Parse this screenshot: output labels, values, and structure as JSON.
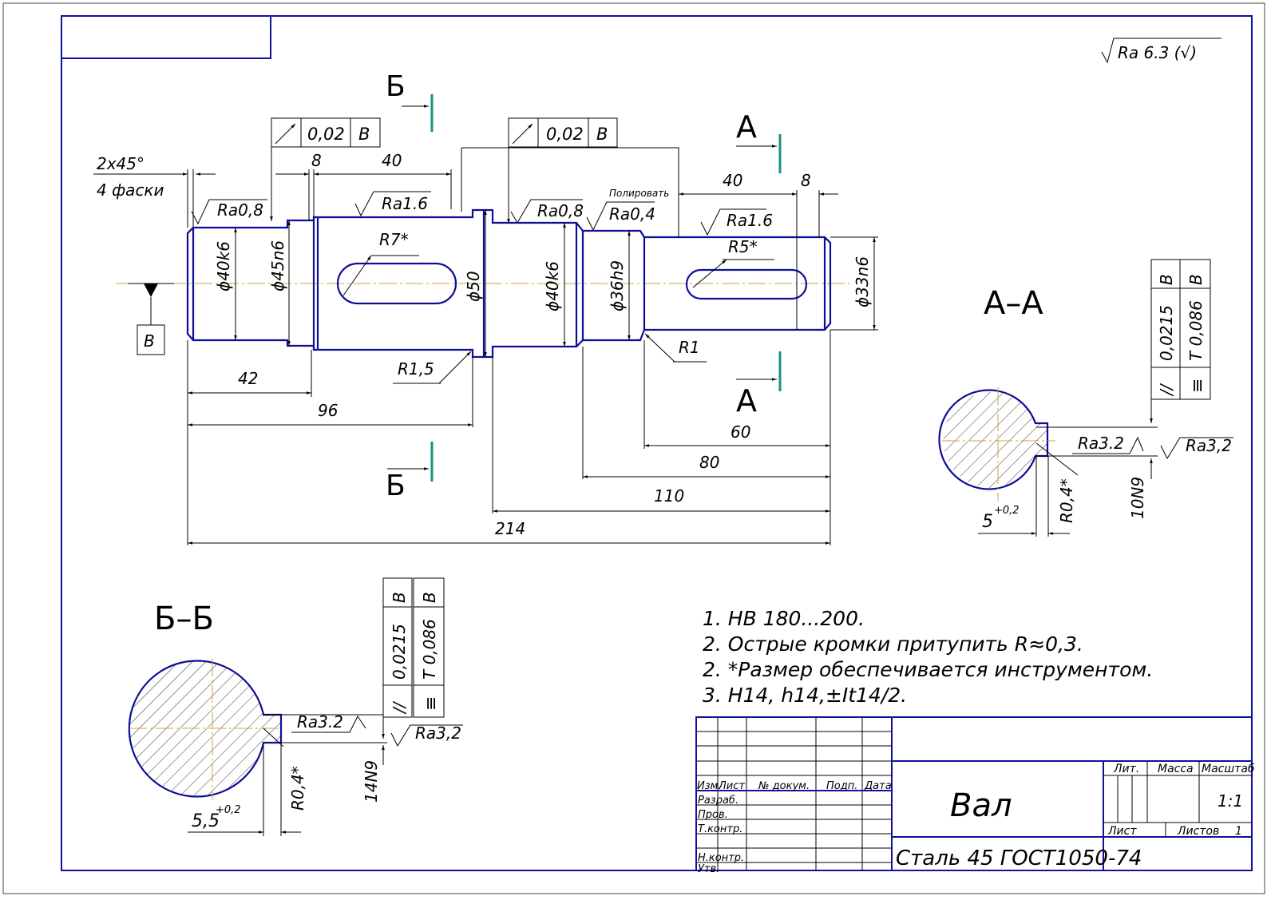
{
  "roughness_general": "Ra 6.3 (√)",
  "sections": {
    "a_a": "А–А",
    "b_b": "Б–Б",
    "letter_a": "А",
    "letter_b": "Б"
  },
  "runout_frames": [
    {
      "value": "0,02",
      "datum": "В"
    },
    {
      "value": "0,02",
      "datum": "В"
    }
  ],
  "datum_b": "В",
  "chamfer": {
    "size": "2x45°",
    "note": "4 фаски"
  },
  "roughness": {
    "r1": "Ra0,8",
    "r2": "Ra1.6",
    "r3": "Ra0,8",
    "r4": "Ra0,4",
    "r5": "Ra1.6",
    "polish": "Полировать",
    "sec_a_key": "Ra3.2",
    "sec_a_side": "Ra3,2",
    "sec_b_key": "Ra3.2",
    "sec_b_side": "Ra3,2"
  },
  "diameters": {
    "d1": "ϕ40k6",
    "d2": "ϕ45n6",
    "d3": "ϕ50",
    "d4": "ϕ40k6",
    "d5": "ϕ36h9",
    "d6": "ϕ33n6"
  },
  "radii": {
    "r7": "R7*",
    "r5": "R5*",
    "r15": "R1,5",
    "r1": "R1"
  },
  "dims": {
    "d8a": "8",
    "d40a": "40",
    "d40b": "40",
    "d8b": "8",
    "d42": "42",
    "d96": "96",
    "d60": "60",
    "d80": "80",
    "d110": "110",
    "d214": "214"
  },
  "section_a": {
    "tol1_type": "//",
    "tol1_value": "0,0215",
    "tol1_datum": "В",
    "tol2_type": "≡",
    "tol2_value": "Т 0,086",
    "tol2_datum": "В",
    "width": "10N9",
    "depth": "5",
    "depth_tol": "+0,2",
    "radius": "R0,4*"
  },
  "section_b": {
    "tol1_type": "//",
    "tol1_value": "0,0215",
    "tol1_datum": "В",
    "tol2_type": "≡",
    "tol2_value": "Т 0,086",
    "tol2_datum": "В",
    "width": "14N9",
    "depth": "5,5",
    "depth_tol": "+0,2",
    "radius": "R0,4*"
  },
  "notes": [
    "1. HB 180...200.",
    "2. Острые кромки притупить R≈0,3.",
    "2. *Размер обеспечивается инструментом.",
    "3. H14, h14,±It14/2."
  ],
  "title_block": {
    "name": "Вал",
    "material": "Сталь 45 ГОСТ1050-74",
    "hdr_izm": "Изм.",
    "hdr_list": "Лист",
    "hdr_doc": "№ докум.",
    "hdr_podp": "Подп.",
    "hdr_data": "Дата",
    "razrab": "Разраб.",
    "prov": "Пров.",
    "tkontr": "Т.контр.",
    "nkontr": "Н.контр.",
    "utv": "Утв.",
    "lit": "Лит.",
    "massa": "Масса",
    "masshtab": "Масштаб",
    "scale": "1:1",
    "list": "Лист",
    "listov": "Листов",
    "listov_n": "1"
  },
  "colors": {
    "frame": "#1010a0",
    "part": "#0d0d99",
    "axis": "#d4a040",
    "cut": "#1a9080"
  }
}
